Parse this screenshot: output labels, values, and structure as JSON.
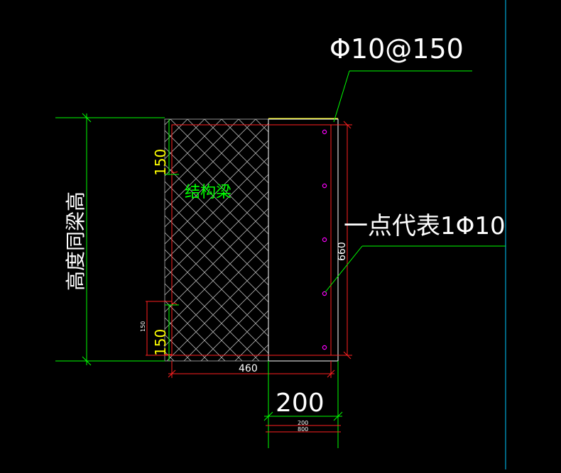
{
  "labels": {
    "rebar_spacing": "Φ10@150",
    "point_legend": "一点代表1Φ10",
    "structural_beam": "结构梁",
    "height_label": "高度同梁高",
    "dim_top_offset": "150",
    "dim_bottom_offset": "150",
    "dim_bottom_small": "150",
    "dim_depth": "660",
    "dim_width_460": "460",
    "dim_200_large": "200",
    "dim_200_small": "200",
    "dim_800_small": "800"
  },
  "colors": {
    "background": "#000000",
    "green": "#00ff00",
    "red": "#ff2020",
    "yellow": "#ffff00",
    "white": "#ffffff",
    "magenta": "#ff00ff",
    "cyan": "#00c8ff",
    "hatch": "#b0b0b0"
  },
  "rebar_dots": 5
}
